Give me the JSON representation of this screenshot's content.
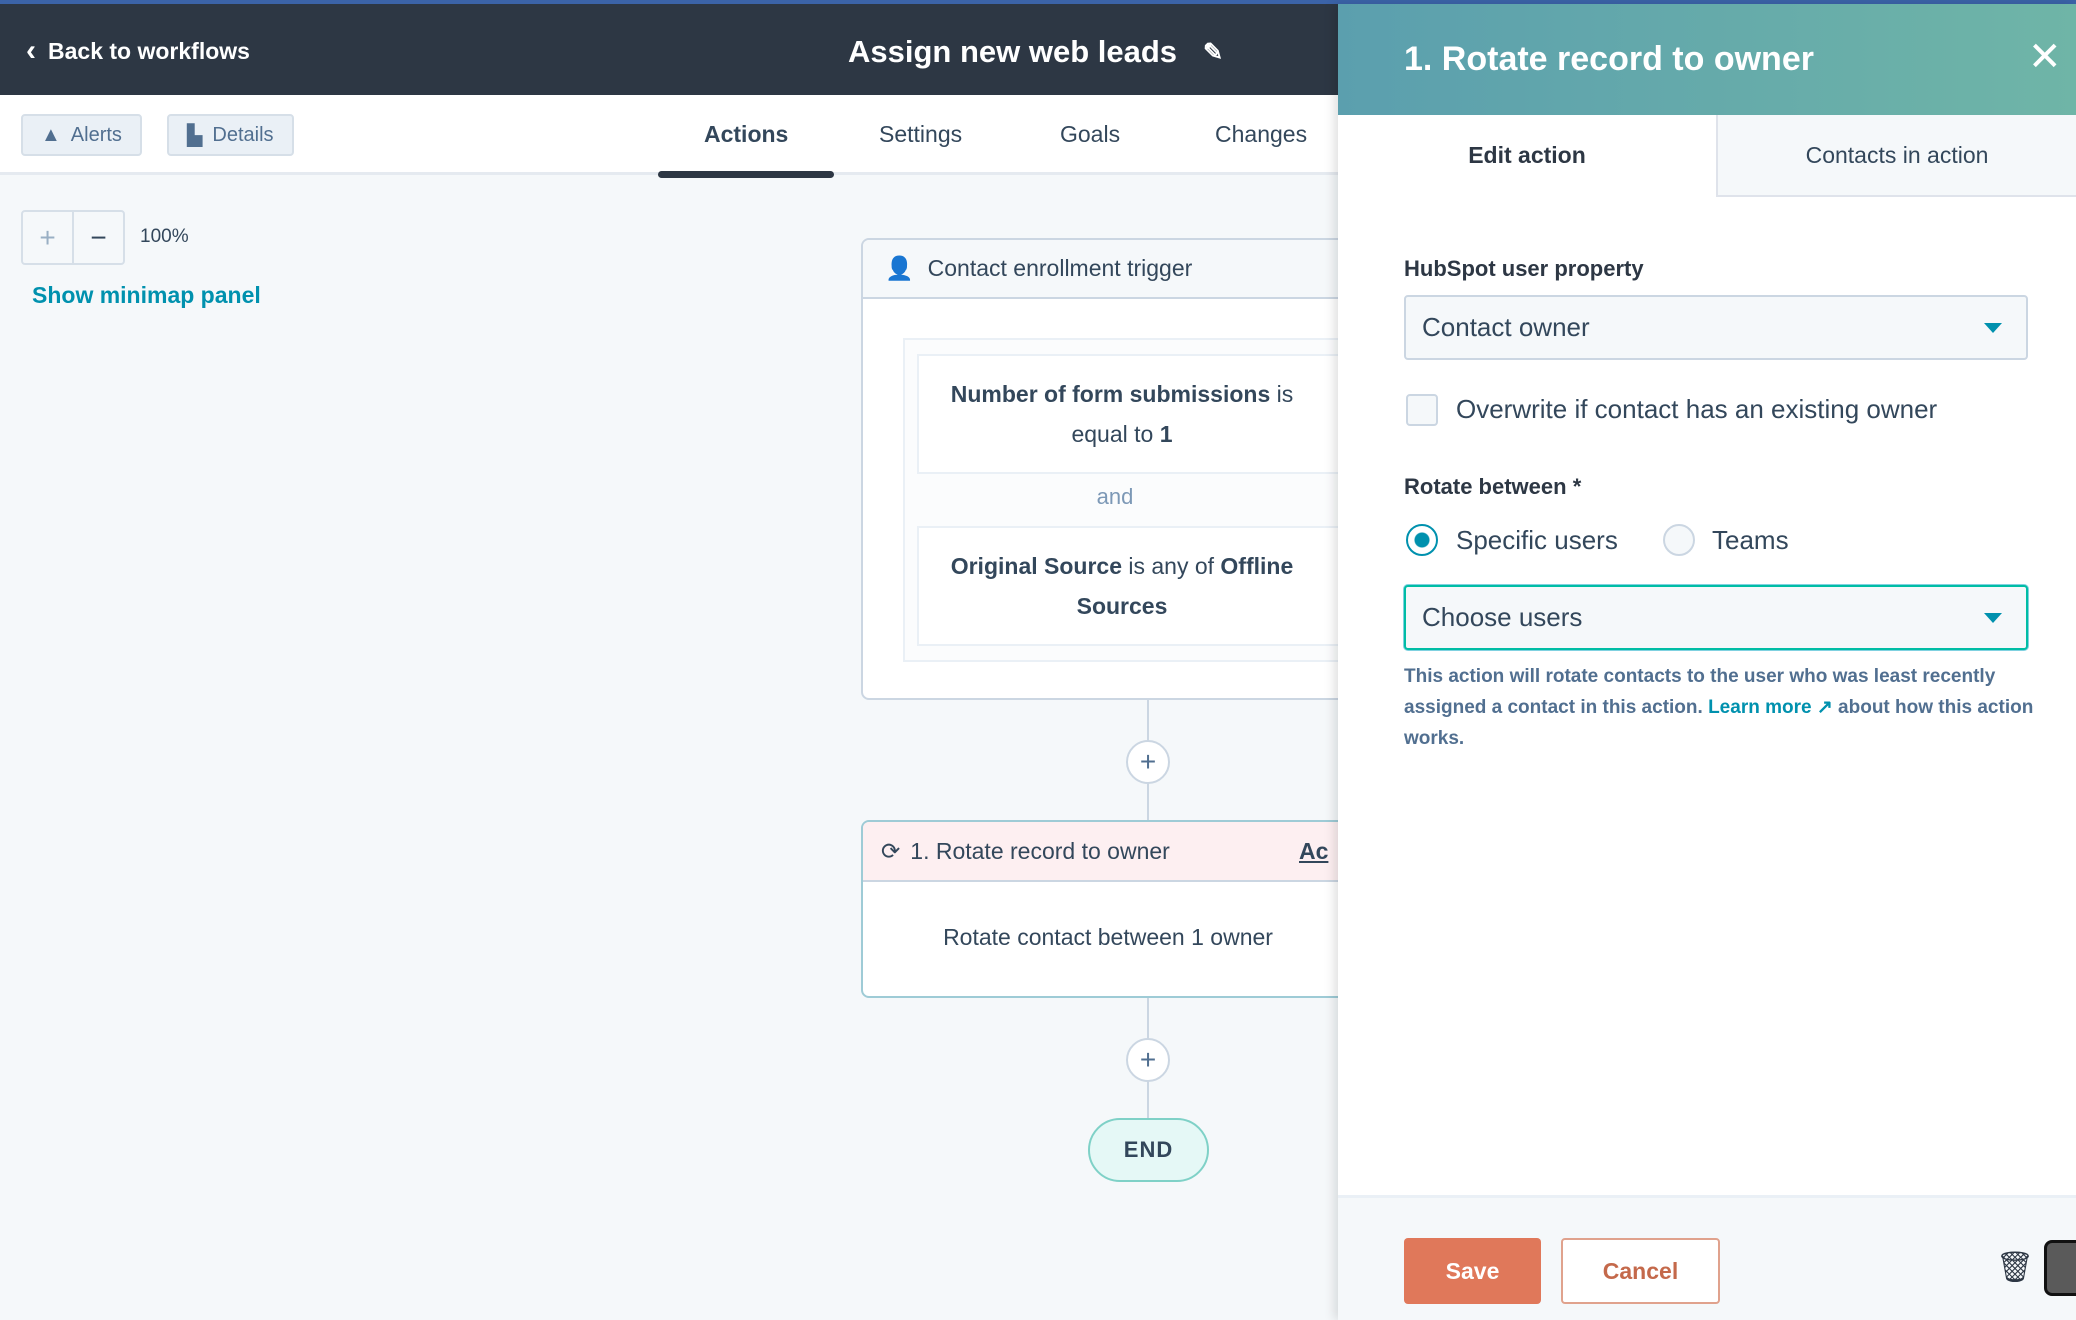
{
  "header": {
    "back_label": "Back to workflows",
    "title": "Assign new web leads"
  },
  "toolbar": {
    "alerts": "Alerts",
    "details": "Details"
  },
  "tabs": [
    {
      "label": "Actions",
      "active": true
    },
    {
      "label": "Settings"
    },
    {
      "label": "Goals"
    },
    {
      "label": "Changes"
    }
  ],
  "canvas": {
    "zoom_plus": "+",
    "zoom_minus": "−",
    "zoom_level": "100%",
    "minimap_link": "Show minimap panel"
  },
  "trigger": {
    "title": "Contact enrollment trigger",
    "cond1_prop": "Number of form submissions",
    "cond1_op": " is equal to ",
    "cond1_val": "1",
    "and": "and",
    "cond2_prop": "Original Source",
    "cond2_op": " is any of ",
    "cond2_val": "Offline Sources"
  },
  "action": {
    "title": "1. Rotate record to owner",
    "link": "Ac",
    "body": "Rotate contact between 1 owner"
  },
  "end": "END",
  "panel": {
    "title": "1. Rotate record to owner",
    "tab_edit": "Edit action",
    "tab_contacts": "Contacts in action",
    "property_label": "HubSpot user property",
    "property_value": "Contact owner",
    "overwrite_label": "Overwrite if contact has an existing owner",
    "overwrite_checked": false,
    "rotate_label": "Rotate between *",
    "radio_users": "Specific users",
    "radio_teams": "Teams",
    "selected": "Specific users",
    "users_placeholder": "Choose users",
    "help_pre": "This action will rotate contacts to the user who was least recently assigned a contact in this action. ",
    "help_link": "Learn more",
    "help_post": " about how this action works.",
    "save": "Save",
    "cancel": "Cancel"
  },
  "colors": {
    "header_bg": "#2d3744",
    "panel_header": "#5b9fae",
    "accent": "#0091ae",
    "save": "#e0785a"
  }
}
